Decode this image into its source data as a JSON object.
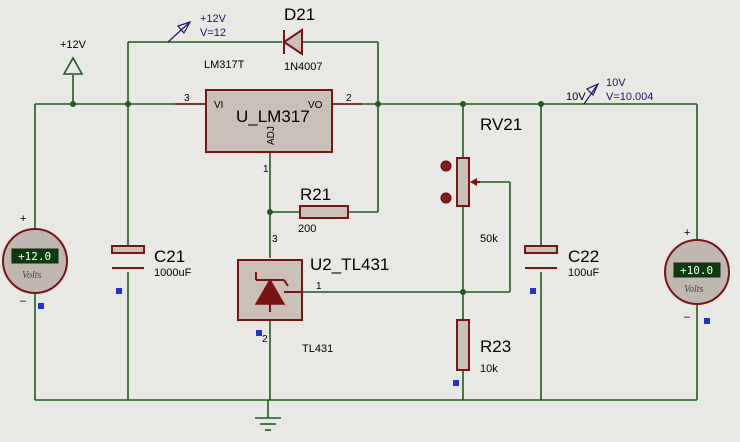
{
  "rails": {
    "supply_label": "+12V",
    "output_label": "10V"
  },
  "probes": {
    "input": {
      "name": "+12V",
      "value": "V=12"
    },
    "output": {
      "name": "10V",
      "value": "V=10.004"
    }
  },
  "components": {
    "u1": {
      "ref": "U_LM317",
      "part": "LM317T",
      "pin_in": "VI",
      "pin_out": "VO",
      "pin_adj": "ADJ",
      "n_in": "3",
      "n_out": "2",
      "n_adj": "1"
    },
    "d21": {
      "ref": "D21",
      "part": "1N4007"
    },
    "r21": {
      "ref": "R21",
      "value": "200"
    },
    "rv21": {
      "ref": "RV21",
      "value": "50k"
    },
    "c21": {
      "ref": "C21",
      "value": "1000uF"
    },
    "c22": {
      "ref": "C22",
      "value": "100uF"
    },
    "u2": {
      "ref": "U2_TL431",
      "part": "TL431",
      "n_cathode": "3",
      "n_ref": "1",
      "n_anode": "2"
    },
    "r23": {
      "ref": "R23",
      "value": "10k"
    }
  },
  "meters": {
    "left": {
      "reading": "+12.0",
      "unit": "Volts"
    },
    "right": {
      "reading": "+10.0",
      "unit": "Volts"
    }
  },
  "colors": {
    "wire": "#1f5a1f",
    "component": "#7a1414",
    "marker": "#2233cc",
    "background": "#e8e8e4"
  }
}
